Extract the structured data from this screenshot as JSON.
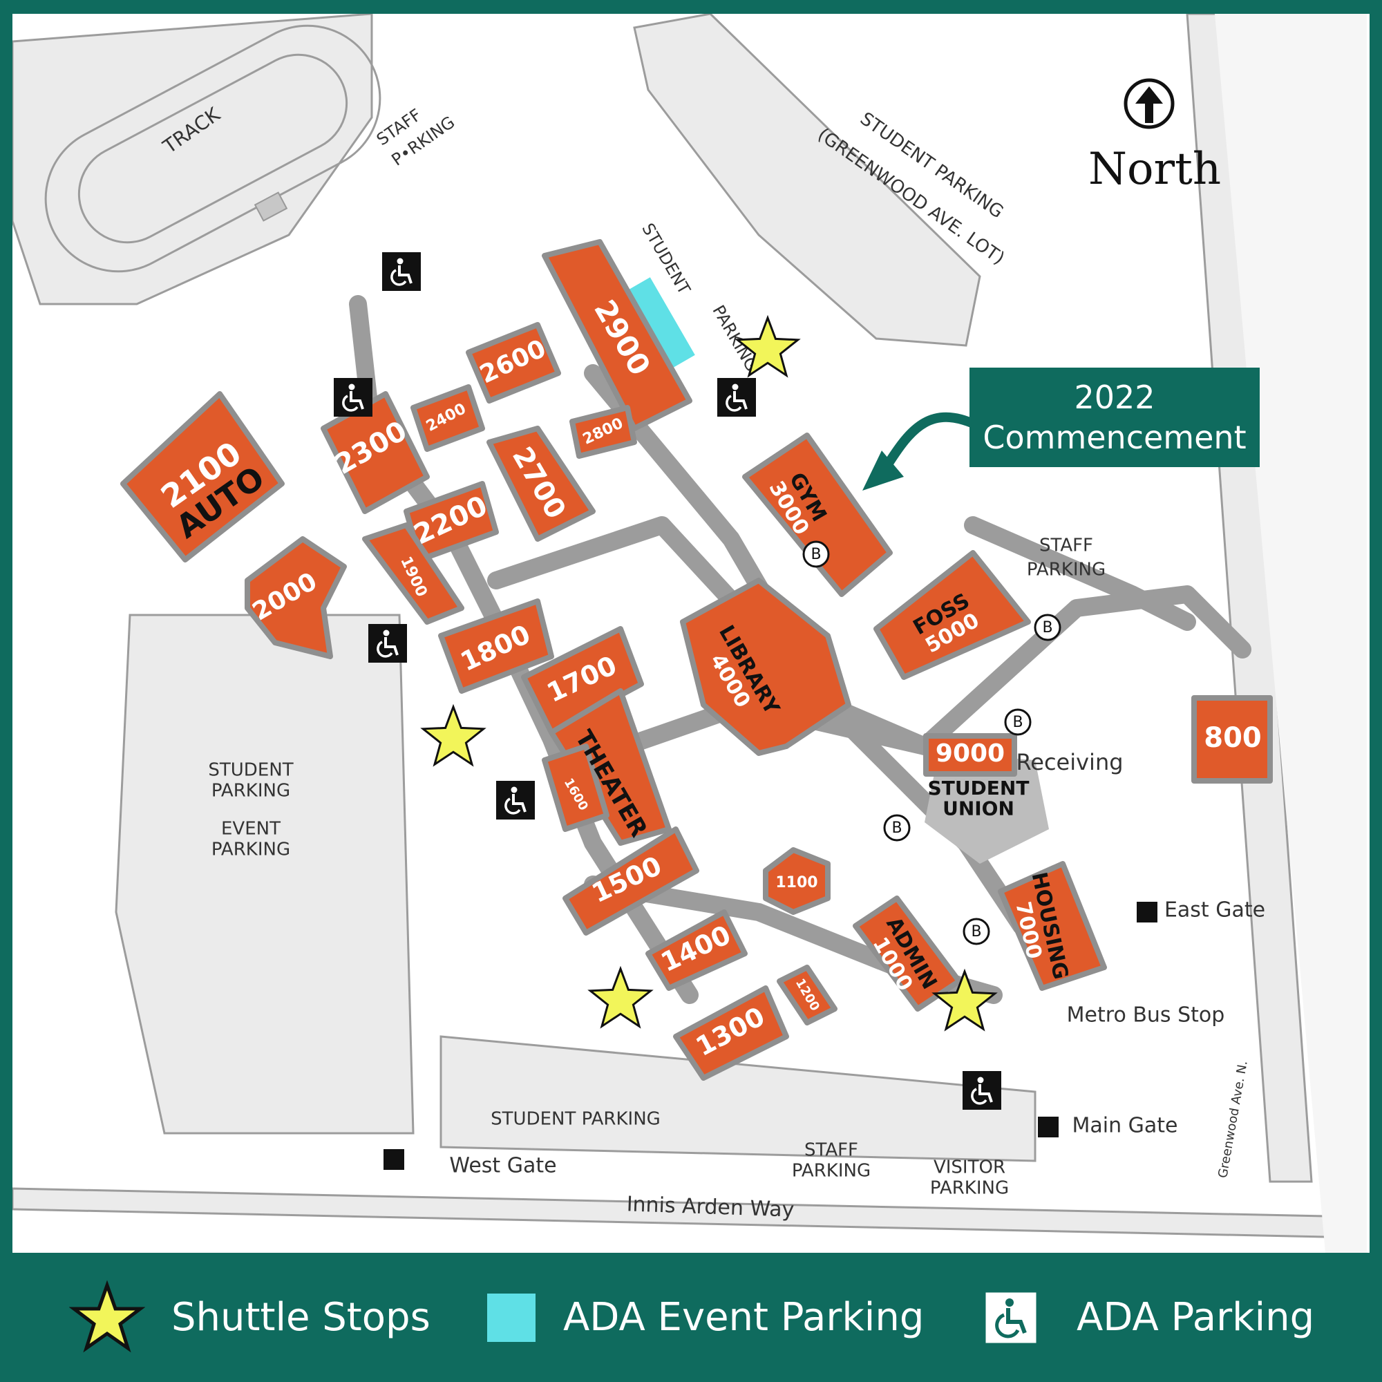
{
  "callout": {
    "line1": "2022",
    "line2": "Commencement"
  },
  "north_label": "North",
  "legend": {
    "shuttle_label": "Shuttle Stops",
    "ada_event_label": "ADA Event Parking",
    "ada_label": "ADA Parking"
  },
  "colors": {
    "building": "#e05a2a",
    "walkway": "#9c9c9c",
    "lot": "#ebebeb",
    "accent": "#0f6b5e",
    "ada_event": "#5fe0e6",
    "shuttle_star": "#f2f55a"
  },
  "map": {
    "buildings": [
      {
        "id": "2100",
        "sub": "AUTO"
      },
      {
        "id": "2300"
      },
      {
        "id": "2400"
      },
      {
        "id": "2600"
      },
      {
        "id": "2900"
      },
      {
        "id": "2800"
      },
      {
        "id": "2700"
      },
      {
        "id": "2200"
      },
      {
        "id": "1900"
      },
      {
        "id": "2000"
      },
      {
        "id": "1800"
      },
      {
        "id": "1700"
      },
      {
        "id": "THEATER"
      },
      {
        "id": "1600"
      },
      {
        "id": "1500"
      },
      {
        "id": "1400"
      },
      {
        "id": "1300"
      },
      {
        "id": "1200"
      },
      {
        "id": "1100"
      },
      {
        "id": "ADMIN",
        "sub": "1000"
      },
      {
        "id": "HOUSING",
        "sub": "7000"
      },
      {
        "id": "9000"
      },
      {
        "id": "STUDENT",
        "sub": "UNION"
      },
      {
        "id": "LIBRARY",
        "sub": "4000"
      },
      {
        "id": "GYM",
        "sub": "3000"
      },
      {
        "id": "FOSS",
        "sub": "5000"
      },
      {
        "id": "800"
      }
    ],
    "labels": {
      "track": "TRACK",
      "staff_parking_nw1": "STAFF",
      "staff_parking_nw2": "P•RKING",
      "student_parking_n1": "STUDENT PARKING",
      "student_parking_n2": "(GREENWOOD AVE. LOT)",
      "student_parking_strip1": "STUDENT",
      "student_parking_strip2": "PARKING",
      "staff_parking_e1": "STAFF",
      "staff_parking_e2": "PARKING",
      "receiving": "Receiving",
      "student_parking_w1": "STUDENT",
      "student_parking_w2": "PARKING",
      "event_parking_w1": "EVENT",
      "event_parking_w2": "PARKING",
      "east_gate": "East Gate",
      "metro_bus_stop": "Metro Bus Stop",
      "main_gate": "Main Gate",
      "west_gate": "West Gate",
      "student_parking_s": "STUDENT PARKING",
      "staff_parking_s1": "STAFF",
      "staff_parking_s2": "PARKING",
      "visitor_parking1": "VISITOR",
      "visitor_parking2": "PARKING",
      "innis_arden": "Innis Arden Way",
      "greenwood": "Greenwood Ave. N.",
      "bus_marker": "B"
    }
  }
}
